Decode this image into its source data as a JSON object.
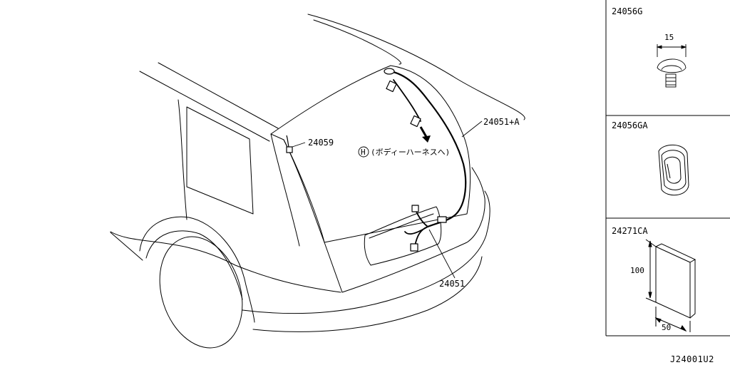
{
  "callouts": {
    "part_24059": "24059",
    "part_24051A": "24051+A",
    "part_24051": "24051",
    "note_circle_letter": "H",
    "note_text": "(ボディーハーネスへ)"
  },
  "side_panels": [
    {
      "part": "24056G",
      "dimension": "15"
    },
    {
      "part": "24056GA"
    },
    {
      "part": "24271CA",
      "dim_height": "100",
      "dim_width": "50"
    }
  ],
  "diagram_code": "J24001U2"
}
